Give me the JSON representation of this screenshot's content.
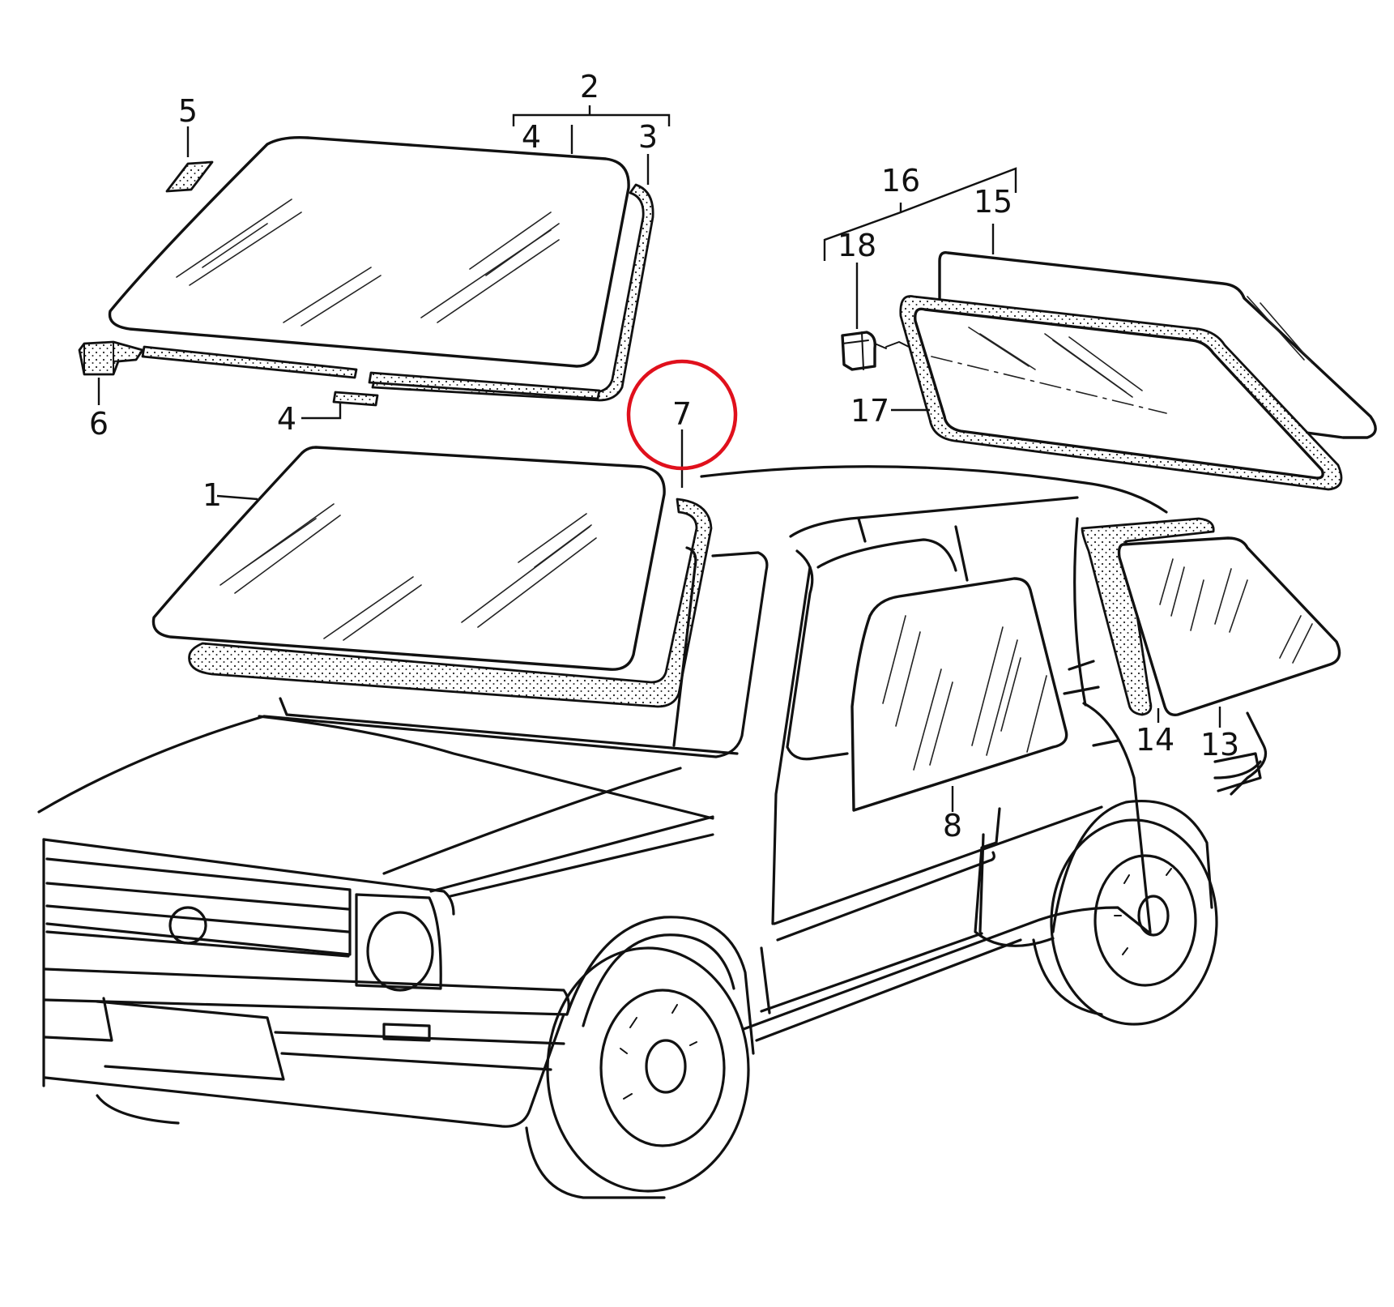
{
  "labels": [
    {
      "id": "1",
      "text": "1"
    },
    {
      "id": "2",
      "text": "2"
    },
    {
      "id": "3",
      "text": "3"
    },
    {
      "id": "4a",
      "text": "4"
    },
    {
      "id": "4b",
      "text": "4"
    },
    {
      "id": "5",
      "text": "5"
    },
    {
      "id": "6",
      "text": "6"
    },
    {
      "id": "7",
      "text": "7"
    },
    {
      "id": "8",
      "text": "8"
    },
    {
      "id": "13",
      "text": "13"
    },
    {
      "id": "14",
      "text": "14"
    },
    {
      "id": "15",
      "text": "15"
    },
    {
      "id": "16",
      "text": "16"
    },
    {
      "id": "17",
      "text": "17"
    },
    {
      "id": "18",
      "text": "18"
    }
  ],
  "highlight": {
    "target": "7",
    "color": "#e0101c"
  }
}
